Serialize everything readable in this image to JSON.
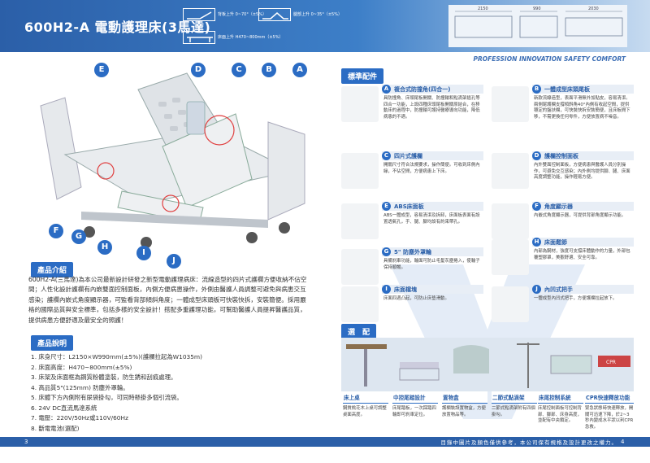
{
  "header": {
    "title": "600H2-A 電動護理床(3馬達)",
    "legend": [
      {
        "icon": "back-up-icon",
        "text": "背板上升 0~70°（±5%）"
      },
      {
        "icon": "knee-up-icon",
        "text": "腿部上升 0~35°（±5%）"
      },
      {
        "icon": "height-icon",
        "text": "床面上升 H470~800mm（±5%）"
      }
    ],
    "dims": [
      "2150",
      "990",
      "2030"
    ]
  },
  "tagline": "PROFESSION INNOVATION SAFETY COMFORT",
  "markers": [
    "E",
    "D",
    "C",
    "B",
    "A",
    "F",
    "G",
    "H",
    "I",
    "J"
  ],
  "intro": {
    "label": "產品介紹",
    "text": "600H2-A(三馬達)為本公司最新設計研發之新型電動護理病床：流線造型的四片式護欄方便收納不佔空間；人性化設計護欄有內嵌雙面控制面板，內側方便病患操作，外側由醫護人員調整可避免與病患交互感染；護欄內嵌式角度顯示器，可監看背部傾斜角度；一體成型床頭板可快裝快拆，安裝簡便。採用嚴格的國際品質與安全標準，包括多樣的安全設計！搭配多重護理功能，可幫助醫護人員提昇醫護品質，提供病患方便舒適及最安全的照護！"
  },
  "specs": {
    "label": "產品說明",
    "items": [
      "1.  床身尺寸：L2150×W990mm(±5%)(護欄拉起為W1035m)",
      "2.  床面高度：H470~800mm(±5%)",
      "3.  床架及床面框為鋼質粉體塗裝，防生銹和刮痕處理。",
      "4.  高品質5\"(125mm) 防塵外罩輪。",
      "5.  床體下方內側附有尿袋掛勾，可同時懸掛多個引流袋。",
      "6.  24V DC直流馬達系統",
      "7.  電壓：220V/50Hz或110V/60Hz",
      "8.  斷電電池(選配)"
    ]
  },
  "standard": {
    "label": "標準配件",
    "items": [
      {
        "key": "A",
        "title": "複合式防撞角(四合一)",
        "desc": "具防撞角、床頭尾板開關、防撞輪和點滴架插孔等四合一功能，上設四種床頭尾板開關原結合，在移動床的過程中，防撞輪可護持醫療導向功能，降低病患的不適。"
      },
      {
        "key": "B",
        "title": "一體成型床頭尾板",
        "desc": "新款流線造型，表面平滑無外加貼皮，容易清潔。兩側尾護欄支撐傾斜角40°內側有收起空間，提供穩定的盤扶欄，可快裝快拆安裝簡便，且床板間下移，不需更換任何零件，方便放置病不噪音。"
      },
      {
        "key": "C",
        "title": "四片式護欄",
        "desc": "開關尺寸符合法規要求，操作簡便。可收到床側內緣，不佔空間，方便病患上下床。"
      },
      {
        "key": "D",
        "title": "護欄控制面板",
        "desc": "內外雙面控制面板，方便病患與醫護人員分別操作，可避免交互感染；內外側均提供腳、腿、床面高度調整功能，操作輕易方便。"
      },
      {
        "key": "E",
        "title": "ABS床面板",
        "desc": "ABS一體成型，容易清潔及拆卸，床面板表面有設置透氣孔，手、腿、腳均設有約束帶孔。"
      },
      {
        "key": "F",
        "title": "角度顯示器",
        "desc": "內嵌式角度顯示器，可提供背部角度顯示功能。"
      },
      {
        "key": "G",
        "title": "5\" 防塵外罩輪",
        "desc": "具備刹車功能，輪面可防止毛髮灰塵捲入，使輪子保持順暢。"
      },
      {
        "key": "H",
        "title": "床面鬆節",
        "desc": "內部為鋼材，強度可支撐床體動作的力量，外部包覆塑膠罩，美觀舒適、安全可靠。"
      },
      {
        "key": "I",
        "title": "床面檔塊",
        "desc": "床面四週凸起，可防止床墊滑動。"
      },
      {
        "key": "J",
        "title": "內凹式把手",
        "desc": "一體成型內凹式把手，方便護欄拉起放下。"
      }
    ]
  },
  "options": {
    "label": "選　配",
    "items": [
      {
        "label": "床上桌",
        "desc": "鋼質桃花木上桌可調整桌面高度。"
      },
      {
        "label": "中控尾踏設計",
        "desc": "床尾踏板，一次踩踏四輪即可刹車定位。"
      },
      {
        "label": "置物盒",
        "desc": "護欄裝設置物盒，方便放置物品等。"
      },
      {
        "label": "二節式點滴架",
        "desc": "二節式點滴架附有四個掛勾。"
      },
      {
        "label": "床尾控制系統",
        "desc": "床尾控制面板可控制背部、腳部、床身高度，並配有中央鎖定。"
      },
      {
        "label": "CPR快速釋放功能",
        "desc": "緊急狀態時快速釋放，開關可迅速下降，於2~3 秒內變成水平狀以利CPR急救。"
      }
    ]
  },
  "footer": {
    "slogan": "目錄中圖片及顏色僅供參考，本公司保有規格及設計更改之權力。",
    "page_left": "3",
    "page_right": "4"
  },
  "colors": {
    "primary": "#2b6cc4",
    "header": "#2b5fa8"
  }
}
